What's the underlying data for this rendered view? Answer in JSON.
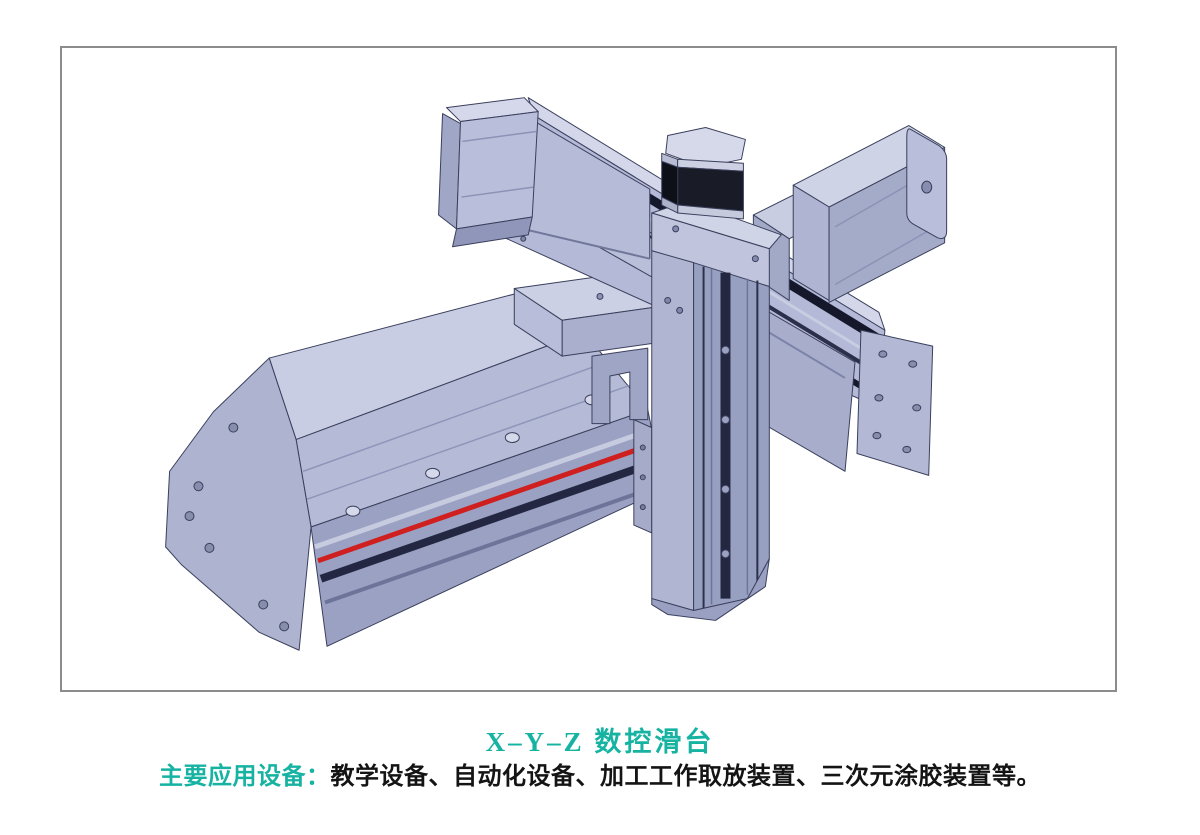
{
  "figure": {
    "frame_border_color": "#8c8c8c",
    "background_color": "#ffffff",
    "illustration": {
      "description": "Isometric CAD rendering of an X-Y-Z CNC linear slide gantry: a long bottom X-axis slide with a red sealing stripe, a crossing Y-axis slide mounted on the X carriage with a motor at its left end and a bolt-hole end plate at its right end, a vertical Z-axis column with a black stepper motor on top, and a large X-drive motor block at the upper right.",
      "parts": [
        "x-axis-rail",
        "x-axis-end-cap",
        "x-axis-red-stripe",
        "x-axis-carriage",
        "y-axis-rail",
        "y-axis-motor",
        "y-axis-end-plate",
        "coupling",
        "z-axis-column",
        "z-axis-motor",
        "x-axis-motor"
      ],
      "colors": {
        "body_light": "#ced3e6",
        "body_mid": "#b4bad6",
        "body_shade": "#9aa1c3",
        "outline": "#3a3f5c",
        "groove_dark": "#171a2c",
        "red_stripe": "#cf1f1f",
        "coupling_teal": "#2ba4bd",
        "motor_black": "#191b26",
        "motor_cap_silver": "#d6d9e9"
      }
    }
  },
  "caption": {
    "title": "X–Y–Z 数控滑台",
    "title_color": "#17b3a2"
  },
  "applications": {
    "label": "主要应用设备：",
    "label_color": "#17b3a2",
    "text": "教学设备、自动化设备、加工工作取放装置、三次元涂胶装置等。",
    "text_color": "#141414"
  }
}
